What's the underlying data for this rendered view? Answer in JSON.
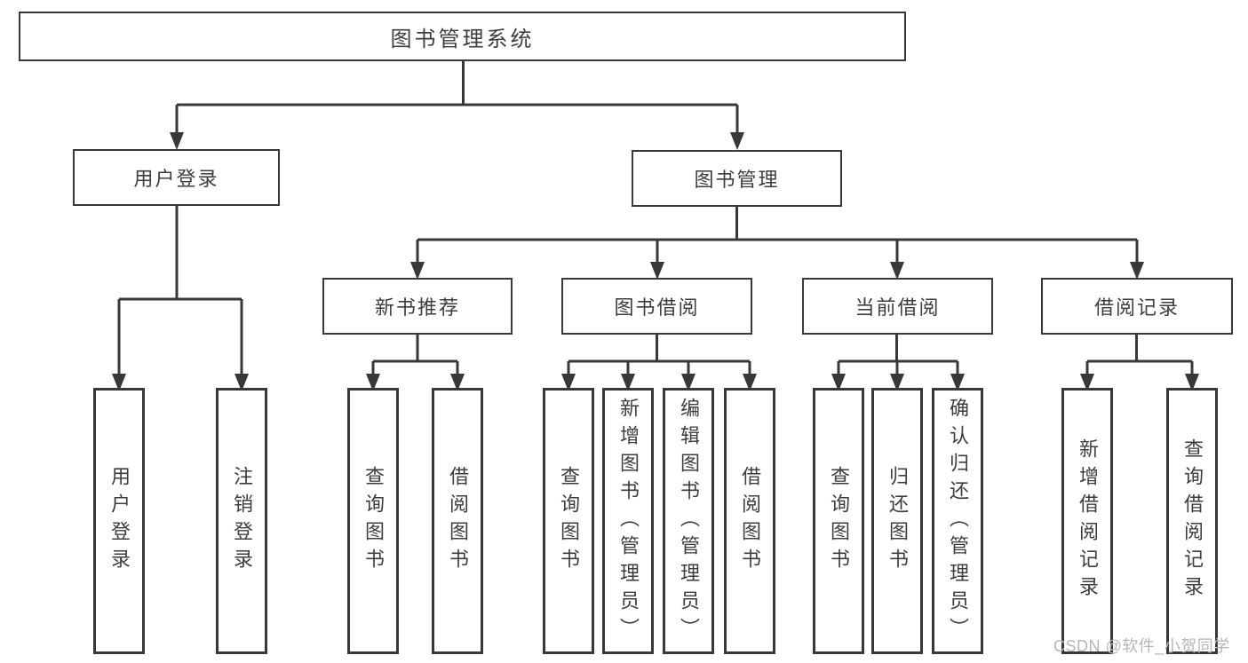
{
  "diagram": {
    "root": {
      "label": "图书管理系统"
    },
    "branches": [
      {
        "label": "用户登录",
        "children": [
          {
            "label": "用户登录"
          },
          {
            "label": "注销登录"
          }
        ]
      },
      {
        "label": "图书管理",
        "children": [
          {
            "label": "新书推荐",
            "children": [
              {
                "label": "查询图书"
              },
              {
                "label": "借阅图书"
              }
            ]
          },
          {
            "label": "图书借阅",
            "children": [
              {
                "label": "查询图书"
              },
              {
                "label": "新增图书（管理员）"
              },
              {
                "label": "编辑图书（管理员）"
              },
              {
                "label": "借阅图书"
              }
            ]
          },
          {
            "label": "当前借阅",
            "children": [
              {
                "label": "查询图书"
              },
              {
                "label": "归还图书"
              },
              {
                "label": "确认归还（管理员）"
              }
            ]
          },
          {
            "label": "借阅记录",
            "children": [
              {
                "label": "新增借阅记录"
              },
              {
                "label": "查询借阅记录"
              }
            ]
          }
        ]
      }
    ]
  },
  "watermark": {
    "text": "CSDN @软件_小贺同学"
  },
  "colors": {
    "line": "#383838",
    "text": "#3d3d3d",
    "watermark": "#b6b6b6",
    "background": "#ffffff"
  }
}
